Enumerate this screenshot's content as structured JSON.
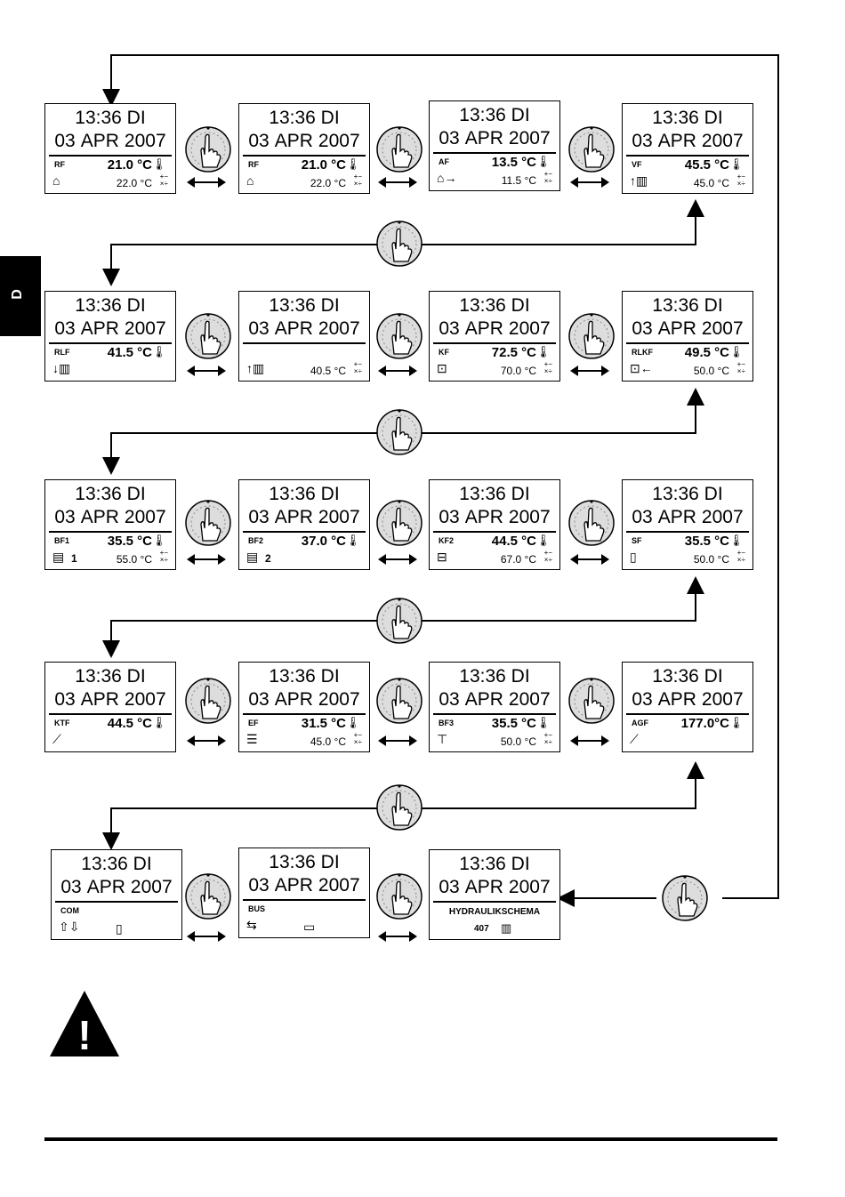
{
  "side_tab": "D",
  "screens": [
    {
      "id": "rf1",
      "time": "13:36 DI",
      "day": "03",
      "month": "APR",
      "year": "2007",
      "code": "RF",
      "main": "21.0 °C",
      "setpoint": "22.0 °C",
      "symbol": "⌂",
      "ext": "",
      "ops": [
        "+−",
        "×÷"
      ]
    },
    {
      "id": "rf2",
      "time": "13:36 DI",
      "day": "03",
      "month": "APR",
      "year": "2007",
      "code": "RF",
      "main": "21.0 °C",
      "setpoint": "22.0 °C",
      "symbol": "⌂",
      "ext": "",
      "ops": [
        "+−",
        "×÷"
      ]
    },
    {
      "id": "af",
      "time": "13:36 DI",
      "day": "03",
      "month": "APR",
      "year": "2007",
      "code": "AF",
      "main": "13.5 °C",
      "setpoint": "11.5 °C",
      "symbol": "⌂→",
      "ext": "",
      "ops": [
        "+−",
        "×÷"
      ]
    },
    {
      "id": "vf",
      "time": "13:36 DI",
      "day": "03",
      "month": "APR",
      "year": "2007",
      "code": "VF",
      "main": "45.5 °C",
      "setpoint": "45.0 °C",
      "symbol": "↑▥",
      "ext": "",
      "ops": [
        "+−",
        "×÷"
      ]
    },
    {
      "id": "rlf",
      "time": "13:36 DI",
      "day": "03",
      "month": "APR",
      "year": "2007",
      "code": "RLF",
      "main": "41.5 °C",
      "setpoint": "",
      "symbol": "↓▥",
      "ext": "",
      "ops": [
        "",
        ""
      ]
    },
    {
      "id": "rlf2",
      "time": "13:36 DI",
      "day": "03",
      "month": "APR",
      "year": "2007",
      "code": "",
      "main": "",
      "setpoint": "40.5 °C",
      "symbol": "↑▥",
      "ext": "",
      "ops": [
        "+−",
        "×÷"
      ]
    },
    {
      "id": "kf",
      "time": "13:36 DI",
      "day": "03",
      "month": "APR",
      "year": "2007",
      "code": "KF",
      "main": "72.5 °C",
      "setpoint": "70.0 °C",
      "symbol": "⊡",
      "ext": "",
      "ops": [
        "+−",
        "×÷"
      ]
    },
    {
      "id": "rlkf",
      "time": "13:36 DI",
      "day": "03",
      "month": "APR",
      "year": "2007",
      "code": "RLKF",
      "main": "49.5 °C",
      "setpoint": "50.0 °C",
      "symbol": "⊡←",
      "ext": "",
      "ops": [
        "+−",
        "×÷"
      ]
    },
    {
      "id": "bf1",
      "time": "13:36 DI",
      "day": "03",
      "month": "APR",
      "year": "2007",
      "code": "BF1",
      "main": "35.5 °C",
      "setpoint": "55.0 °C",
      "symbol": "▤",
      "ext": "1",
      "ops": [
        "+−",
        "×÷"
      ]
    },
    {
      "id": "bf2",
      "time": "13:36 DI",
      "day": "03",
      "month": "APR",
      "year": "2007",
      "code": "BF2",
      "main": "37.0 °C",
      "setpoint": "",
      "symbol": "▤",
      "ext": "2",
      "ops": [
        "",
        ""
      ]
    },
    {
      "id": "kf2",
      "time": "13:36 DI",
      "day": "03",
      "month": "APR",
      "year": "2007",
      "code": "KF2",
      "main": "44.5 °C",
      "setpoint": "67.0 °C",
      "symbol": "⊟",
      "ext": "",
      "ops": [
        "+−",
        "×÷"
      ]
    },
    {
      "id": "sf",
      "time": "13:36 DI",
      "day": "03",
      "month": "APR",
      "year": "2007",
      "code": "SF",
      "main": "35.5 °C",
      "setpoint": "50.0 °C",
      "symbol": "▯",
      "ext": "",
      "ops": [
        "+−",
        "×÷"
      ]
    },
    {
      "id": "ktf",
      "time": "13:36 DI",
      "day": "03",
      "month": "APR",
      "year": "2007",
      "code": "KTF",
      "main": "44.5 °C",
      "setpoint": "",
      "symbol": "⟋",
      "ext": "",
      "ops": [
        "",
        ""
      ]
    },
    {
      "id": "ef",
      "time": "13:36 DI",
      "day": "03",
      "month": "APR",
      "year": "2007",
      "code": "EF",
      "main": "31.5 °C",
      "setpoint": "45.0 °C",
      "symbol": "☰",
      "ext": "",
      "ops": [
        "+−",
        "×÷"
      ]
    },
    {
      "id": "bf3",
      "time": "13:36 DI",
      "day": "03",
      "month": "APR",
      "year": "2007",
      "code": "BF3",
      "main": "35.5 °C",
      "setpoint": "50.0 °C",
      "symbol": "⊤",
      "ext": "",
      "ops": [
        "+−",
        "×÷"
      ]
    },
    {
      "id": "agf",
      "time": "13:36 DI",
      "day": "03",
      "month": "APR",
      "year": "2007",
      "code": "AGF",
      "main": "177.0°C",
      "setpoint": "",
      "symbol": "⟋",
      "ext": "",
      "ops": [
        "",
        ""
      ]
    },
    {
      "id": "com",
      "time": "13:36 DI",
      "day": "03",
      "month": "APR",
      "year": "2007",
      "code": "COM",
      "main": "",
      "setpoint": "",
      "symbol": "⇧⇩",
      "ext": "",
      "ops": [
        "",
        ""
      ],
      "icon": "▯"
    },
    {
      "id": "bus",
      "time": "13:36 DI",
      "day": "03",
      "month": "APR",
      "year": "2007",
      "code": "BUS",
      "main": "",
      "setpoint": "",
      "symbol": "⇆",
      "ext": "",
      "ops": [
        "",
        ""
      ],
      "icon": "▭"
    },
    {
      "id": "hyd",
      "time": "13:36 DI",
      "day": "03",
      "month": "APR",
      "year": "2007",
      "code": "",
      "main": "",
      "setpoint": "",
      "symbol": "",
      "ext": "",
      "ops": [
        "",
        ""
      ],
      "hydraulic_title": "HYDRAULIKSCHEMA",
      "hydraulic_num": "407"
    }
  ],
  "thermometer_glyph": "🌡",
  "warning_glyph": "!"
}
